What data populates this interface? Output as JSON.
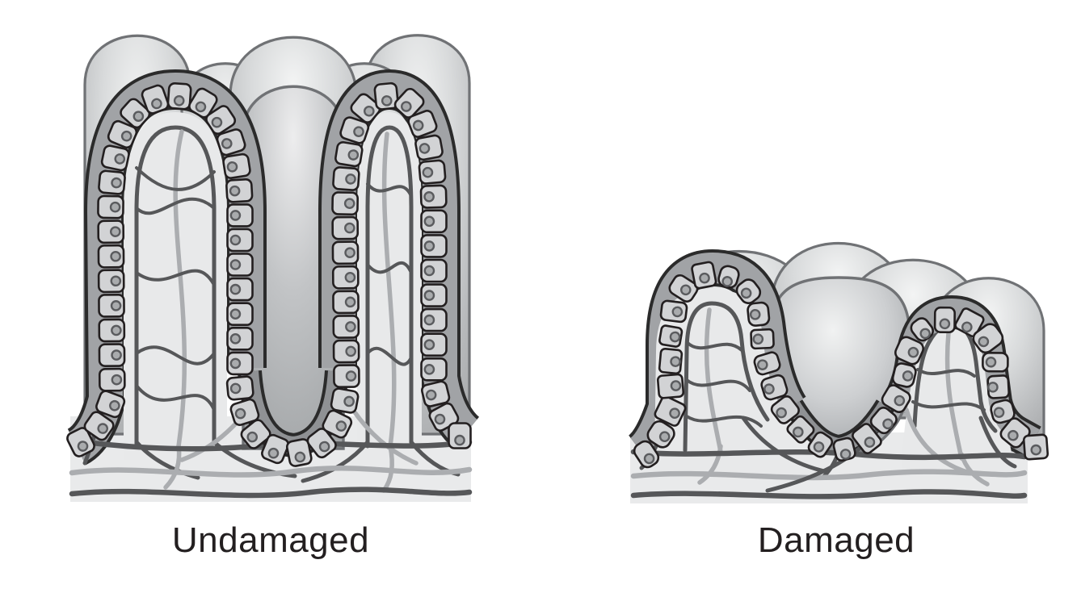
{
  "panels": [
    {
      "id": "undamaged",
      "label": "Undamaged"
    },
    {
      "id": "damaged",
      "label": "Damaged"
    }
  ],
  "palette": {
    "background": "#ffffff",
    "label_color": "#231f20",
    "dome_stroke": "#707275",
    "band_outline": "#2b2b2b",
    "band_fill": "#a1a3a6",
    "crypt_band_fill": "#8f9194",
    "lamina_fill": "#e8e9ea",
    "strip_fill": "#e9eaeb",
    "cell_fill": "#d2d3d5",
    "cell_stroke": "#231f20",
    "nucleus_fill": "#a9abad",
    "nucleus_stroke": "#5a5b5e",
    "vessel_dark": "#565759",
    "vessel_light": "#abadb0"
  }
}
